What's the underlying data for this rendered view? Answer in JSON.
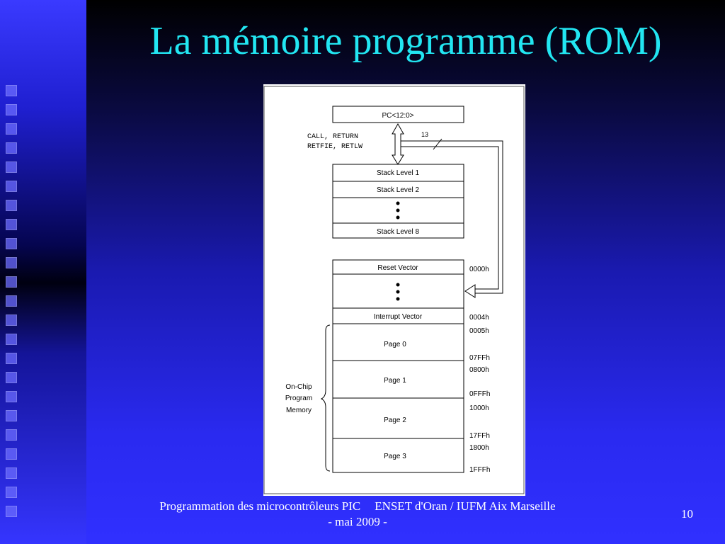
{
  "slide": {
    "title": "La mémoire programme (ROM)",
    "footer_left": "Programmation des microcontrôleurs PIC",
    "footer_right": "ENSET d'Oran / IUFM Aix Marseille",
    "footer_line2": "- mai 2009 -",
    "page_number": "10"
  },
  "diagram": {
    "pc_label": "PC<12:0>",
    "instructions_line1": "CALL, RETURN",
    "instructions_line2": "RETFIE, RETLW",
    "bus_width": "13",
    "stack_levels": [
      "Stack Level 1",
      "Stack Level 2",
      "Stack Level 8"
    ],
    "memory": {
      "reset_vector": "Reset Vector",
      "interrupt_vector": "Interrupt Vector",
      "pages": [
        "Page 0",
        "Page 1",
        "Page 2",
        "Page 3"
      ],
      "addresses": [
        "0000h",
        "0004h",
        "0005h",
        "07FFh",
        "0800h",
        "0FFFh",
        "1000h",
        "17FFh",
        "1800h",
        "1FFFh"
      ]
    },
    "onchip_label": [
      "On-Chip",
      "Program",
      "Memory"
    ]
  },
  "colors": {
    "title": "#22e6f2",
    "footer_text": "#ffffff"
  }
}
